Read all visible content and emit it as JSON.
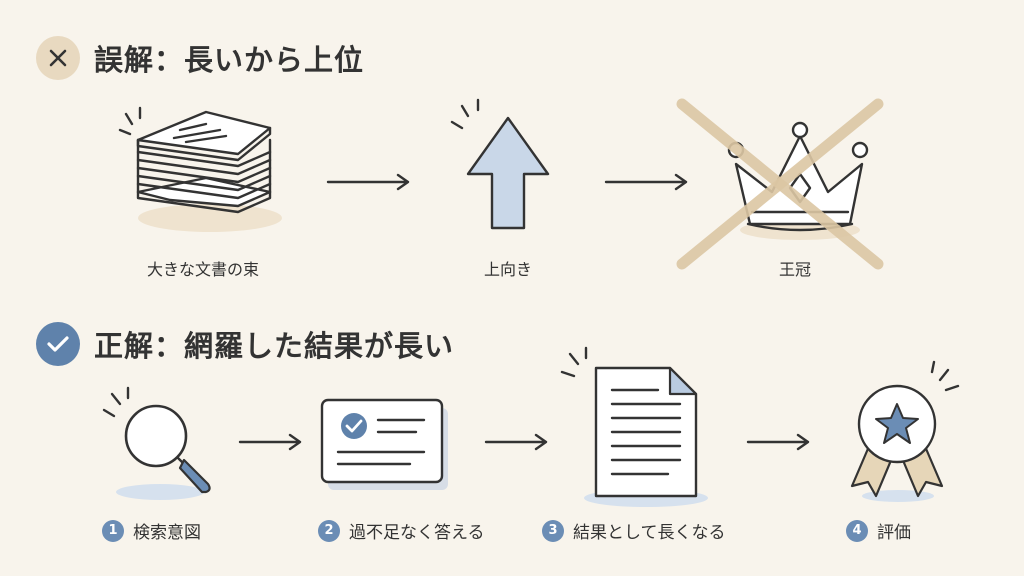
{
  "wrong": {
    "heading": "誤解：長いから上位",
    "steps": [
      {
        "label": "大きな文書の束",
        "icon": "document-stack-icon"
      },
      {
        "label": "上向き",
        "icon": "up-arrow-icon"
      },
      {
        "label": "王冠",
        "icon": "crossed-crown-icon"
      }
    ]
  },
  "correct": {
    "heading": "正解：網羅した結果が長い",
    "steps": [
      {
        "num": "1",
        "label": "検索意図",
        "icon": "magnifier-icon"
      },
      {
        "num": "2",
        "label": "過不足なく答える",
        "icon": "checked-card-icon"
      },
      {
        "num": "3",
        "label": "結果として長くなる",
        "icon": "long-document-icon"
      },
      {
        "num": "4",
        "label": "評価",
        "icon": "award-medal-icon"
      }
    ]
  },
  "colors": {
    "background": "#f8f4ec",
    "wrong_badge": "#e8d9c0",
    "correct_badge": "#5f82ab",
    "accent_blue": "#c9d7e8",
    "accent_beige": "#e3d2b3"
  }
}
